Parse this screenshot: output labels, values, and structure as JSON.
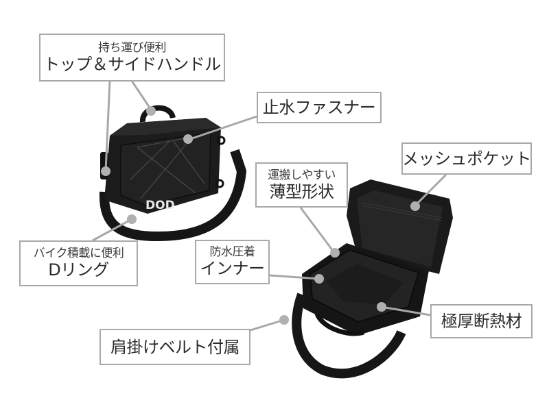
{
  "colors": {
    "background": "#ffffff",
    "callout_border": "#a8a8a8",
    "leader_line": "#a8a8a8",
    "marker_dot": "#b0b0b0",
    "text": "#2a2a2a",
    "bag_body": "#1a1a1a",
    "logo_text": "#e8e8e8"
  },
  "product": {
    "logo": "DOD"
  },
  "callouts": {
    "handles": {
      "sub": "持ち運び便利",
      "main": "トップ＆サイドハンドル"
    },
    "zipper": {
      "main": "止水ファスナー"
    },
    "mesh_pocket": {
      "main": "メッシュポケット"
    },
    "thin_shape": {
      "sub": "運搬しやすい",
      "main": "薄型形状"
    },
    "d_ring": {
      "sub": "バイク積載に便利",
      "main": "Dリング"
    },
    "inner": {
      "sub": "防水圧着",
      "main": "インナー"
    },
    "insulation": {
      "main": "極厚断熱材"
    },
    "shoulder_belt": {
      "main": "肩掛けベルト付属"
    }
  }
}
